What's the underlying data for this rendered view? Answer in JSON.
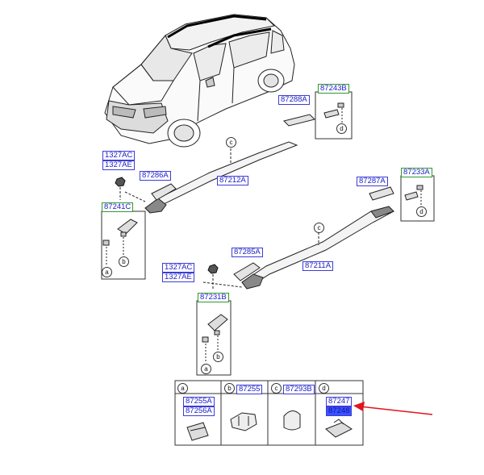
{
  "labels": {
    "p87243B": "87243B",
    "p87288A": "87288A",
    "p1327AC_1": "1327AC",
    "p1327AE_1": "1327AE",
    "p87286A": "87286A",
    "p87212A": "87212A",
    "p87287A": "87287A",
    "p87233A": "87233A",
    "p87241C": "87241C",
    "p87285A": "87285A",
    "p87211A": "87211A",
    "p1327AC_2": "1327AC",
    "p1327AE_2": "1327AE",
    "p87231B": "87231B",
    "p87255A": "87255A",
    "p87256A": "87256A",
    "p87255": "87255",
    "p87293B": "87293B",
    "p87247": "87247",
    "p87248": "87248"
  },
  "callouts": {
    "a": "a",
    "b": "b",
    "c": "c",
    "d": "d"
  },
  "colors": {
    "label_text": "#1c1cc8",
    "label_border": "#3c3cd8",
    "group_border": "#2e9a2e",
    "highlight": "#3a52ff",
    "arrow": "#e0141e"
  }
}
